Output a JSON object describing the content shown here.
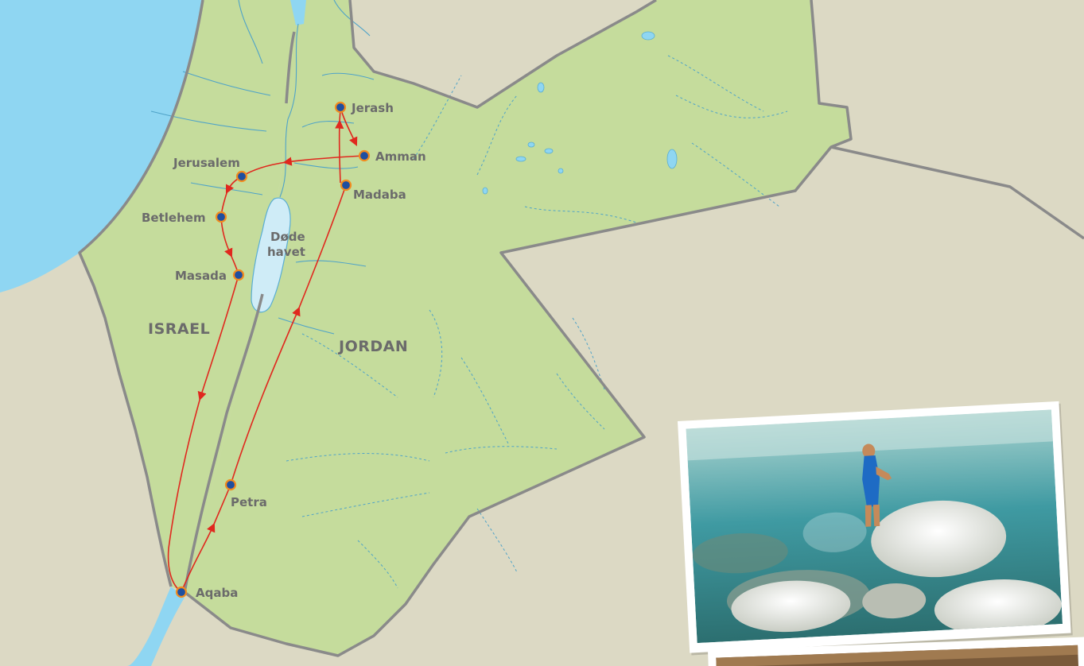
{
  "map": {
    "countries": {
      "israel": "ISRAEL",
      "jordan": "JORDAN"
    },
    "sea": {
      "line1": "Døde",
      "line2": "havet"
    },
    "cities": {
      "jerash": "Jerash",
      "amman": "Amman",
      "madaba": "Madaba",
      "jerusalem": "Jerusalem",
      "betlehem": "Betlehem",
      "masada": "Masada",
      "petra": "Petra",
      "aqaba": "Aqaba"
    },
    "colors": {
      "land_outside": "#dcd9c4",
      "land_region": "#c5dc9c",
      "water": "#8fd6f2",
      "border": "#8a8a8a",
      "route": "#e0281e",
      "marker_fill": "#1f4fa0",
      "marker_ring": "#f28c1e"
    }
  }
}
